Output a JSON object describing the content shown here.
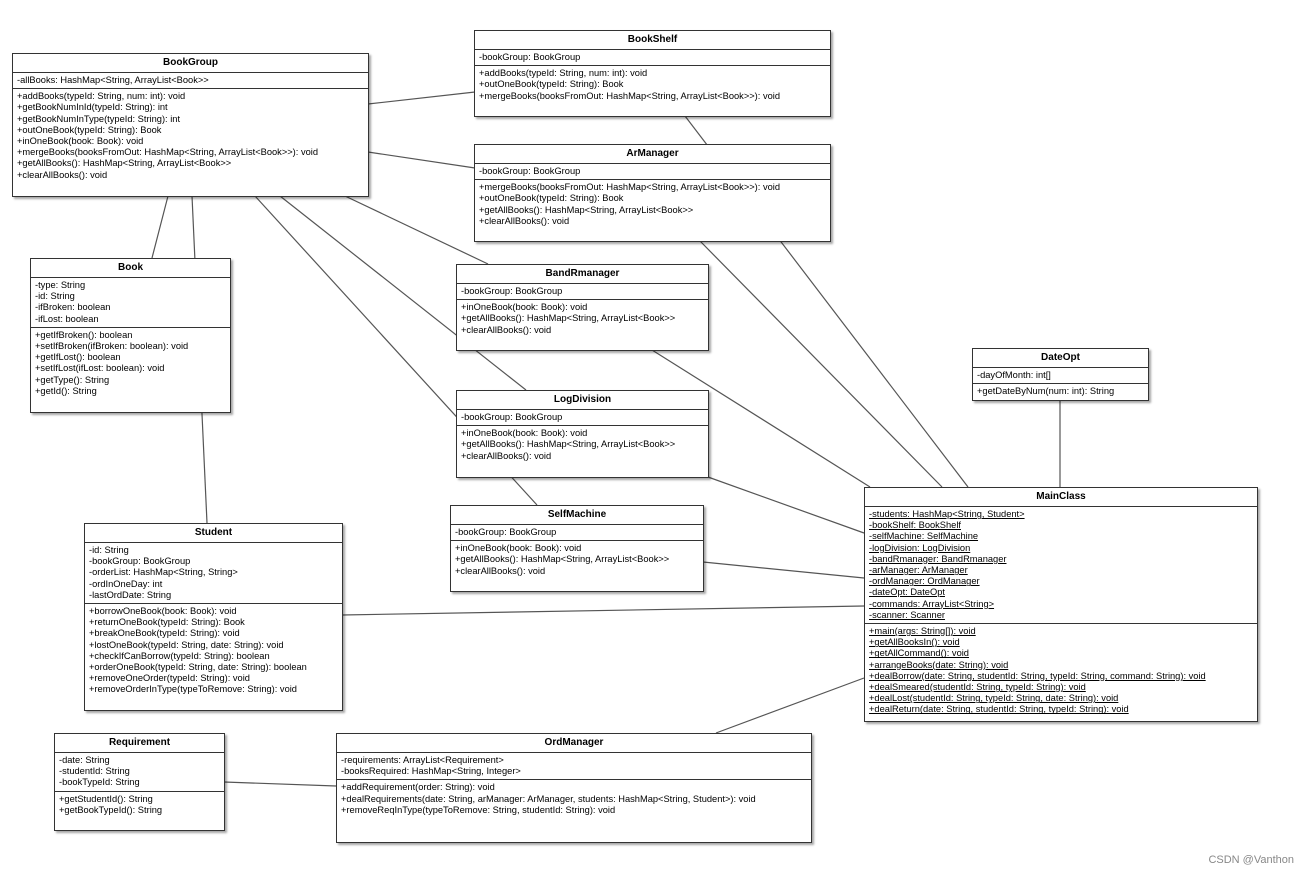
{
  "classes": {
    "bookgroup": {
      "name": "BookGroup",
      "attrs": [
        "-allBooks: HashMap<String, ArrayList<Book>>"
      ],
      "ops": [
        "+addBooks(typeId: String, num: int): void",
        "+getBookNumInId(typeId: String): int",
        "+getBookNumInType(typeId: String): int",
        "+outOneBook(typeId: String): Book",
        "+inOneBook(book: Book): void",
        "+mergeBooks(booksFromOut: HashMap<String, ArrayList<Book>>): void",
        "+getAllBooks(): HashMap<String, ArrayList<Book>>",
        "+clearAllBooks(): void"
      ]
    },
    "bookshelf": {
      "name": "BookShelf",
      "attrs": [
        "-bookGroup: BookGroup"
      ],
      "ops": [
        "+addBooks(typeId: String, num: int): void",
        "+outOneBook(typeId: String): Book",
        "+mergeBooks(booksFromOut: HashMap<String, ArrayList<Book>>): void"
      ]
    },
    "armanager": {
      "name": "ArManager",
      "attrs": [
        "-bookGroup: BookGroup"
      ],
      "ops": [
        "+mergeBooks(booksFromOut: HashMap<String, ArrayList<Book>>): void",
        "+outOneBook(typeId: String): Book",
        "+getAllBooks(): HashMap<String, ArrayList<Book>>",
        "+clearAllBooks(): void"
      ]
    },
    "book": {
      "name": "Book",
      "attrs": [
        "-type: String",
        "-id: String",
        "-ifBroken: boolean",
        "-ifLost: boolean"
      ],
      "ops": [
        "+getIfBroken(): boolean",
        "+setIfBroken(ifBroken: boolean): void",
        "+getIfLost(): boolean",
        "+setIfLost(ifLost: boolean): void",
        "+getType(): String",
        "+getId(): String"
      ]
    },
    "bandrmanager": {
      "name": "BandRmanager",
      "attrs": [
        "-bookGroup: BookGroup"
      ],
      "ops": [
        "+inOneBook(book: Book): void",
        "+getAllBooks(): HashMap<String, ArrayList<Book>>",
        "+clearAllBooks(): void"
      ]
    },
    "dateopt": {
      "name": "DateOpt",
      "attrs": [
        "-dayOfMonth: int[]"
      ],
      "ops": [
        "+getDateByNum(num: int): String"
      ]
    },
    "logdivision": {
      "name": "LogDivision",
      "attrs": [
        "-bookGroup: BookGroup"
      ],
      "ops": [
        "+inOneBook(book: Book): void",
        "+getAllBooks(): HashMap<String, ArrayList<Book>>",
        "+clearAllBooks(): void"
      ]
    },
    "selfmachine": {
      "name": "SelfMachine",
      "attrs": [
        "-bookGroup: BookGroup"
      ],
      "ops": [
        "+inOneBook(book: Book): void",
        "+getAllBooks(): HashMap<String, ArrayList<Book>>",
        "+clearAllBooks(): void"
      ]
    },
    "mainclass": {
      "name": "MainClass",
      "attrs": [
        "-students: HashMap<String, Student>",
        "-bookShelf: BookShelf",
        "-selfMachine: SelfMachine",
        "-logDivision: LogDivision",
        "-bandRmanager: BandRmanager",
        "-arManager: ArManager",
        "-ordManager: OrdManager",
        "-dateOpt: DateOpt",
        "-commands: ArrayList<String>",
        "-scanner: Scanner"
      ],
      "ops": [
        "+main(args: String[]): void",
        "+getAllBooksIn(): void",
        "+getAllCommand(): void",
        "+arrangeBooks(date: String): void",
        "+dealBorrow(date: String, studentId: String, typeId: String, command: String): void",
        "+dealSmeared(studentId: String, typeId: String): void",
        "+dealLost(studentId: String, typeId: String, date: String): void",
        "+dealReturn(date: String, studentId: String, typeId: String): void"
      ]
    },
    "student": {
      "name": "Student",
      "attrs": [
        "-id: String",
        "-bookGroup: BookGroup",
        "-orderList: HashMap<String, String>",
        "-ordInOneDay: int",
        "-lastOrdDate: String"
      ],
      "ops": [
        "+borrowOneBook(book: Book): void",
        "+returnOneBook(typeId: String): Book",
        "+breakOneBook(typeId: String): void",
        "+lostOneBook(typeId: String, date: String): void",
        "+checkIfCanBorrow(typeId: String): boolean",
        "+orderOneBook(typeId: String, date: String): boolean",
        "+removeOneOrder(typeId: String): void",
        "+removeOrderInType(typeToRemove: String): void"
      ]
    },
    "requirement": {
      "name": "Requirement",
      "attrs": [
        "-date: String",
        "-studentId: String",
        "-bookTypeId: String"
      ],
      "ops": [
        "+getStudentId(): String",
        "+getBookTypeId(): String"
      ]
    },
    "ordmanager": {
      "name": "OrdManager",
      "attrs": [
        "-requirements: ArrayList<Requirement>",
        "-booksRequired: HashMap<String, Integer>"
      ],
      "ops": [
        "+addRequirement(order: String): void",
        "+dealRequirements(date: String, arManager: ArManager, students: HashMap<String, Student>): void",
        "+removeReqInType(typeToRemove: String, studentId: String): void"
      ]
    }
  },
  "watermark": "CSDN @Vanthon"
}
